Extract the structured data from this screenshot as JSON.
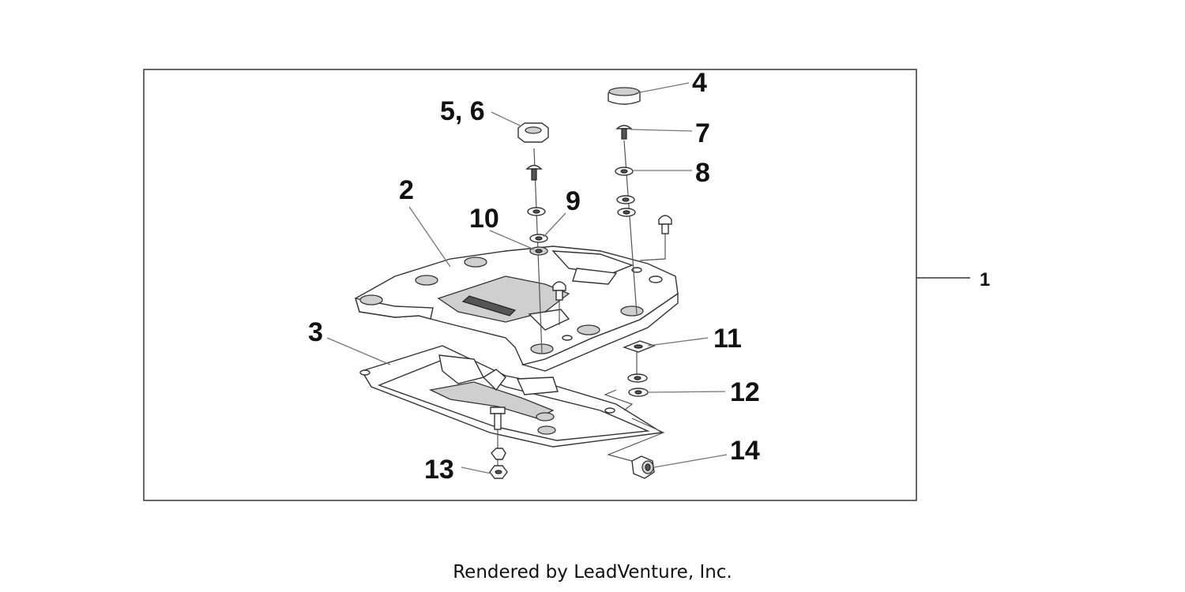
{
  "diagram": {
    "callouts": {
      "c1": "1",
      "c2": "2",
      "c3": "3",
      "c4": "4",
      "c56": "5, 6",
      "c7": "7",
      "c8": "8",
      "c9": "9",
      "c10": "10",
      "c11": "11",
      "c12": "12",
      "c13": "13",
      "c14": "14"
    },
    "footer": "Rendered by LeadVenture, Inc."
  }
}
